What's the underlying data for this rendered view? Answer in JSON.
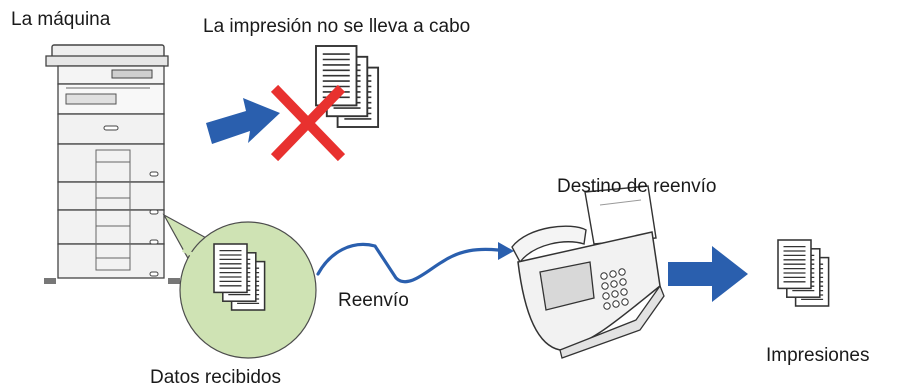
{
  "labels": {
    "machine": "La máquina",
    "no_print": "La impresión no se lleva a cabo",
    "destination": "Destino de reenvío",
    "forwarding": "Reenvío",
    "received_data": "Datos recibidos",
    "prints": "Impresiones"
  },
  "colors": {
    "arrow_blue": "#2a5fae",
    "cross_red": "#e8312f",
    "bubble_green": "#cfe3b4",
    "bubble_stroke": "#4d4d4d",
    "paper": "#ffffff",
    "outline": "#333333",
    "machine_body": "#f2f2f2"
  },
  "icons": {
    "machine": "multifunction-printer-icon",
    "fax": "fax-machine-icon",
    "document_stack": "document-stack-icon",
    "cross": "red-cross-icon",
    "arrow": "blue-arrow-icon",
    "lightning": "transmission-wave-icon"
  }
}
